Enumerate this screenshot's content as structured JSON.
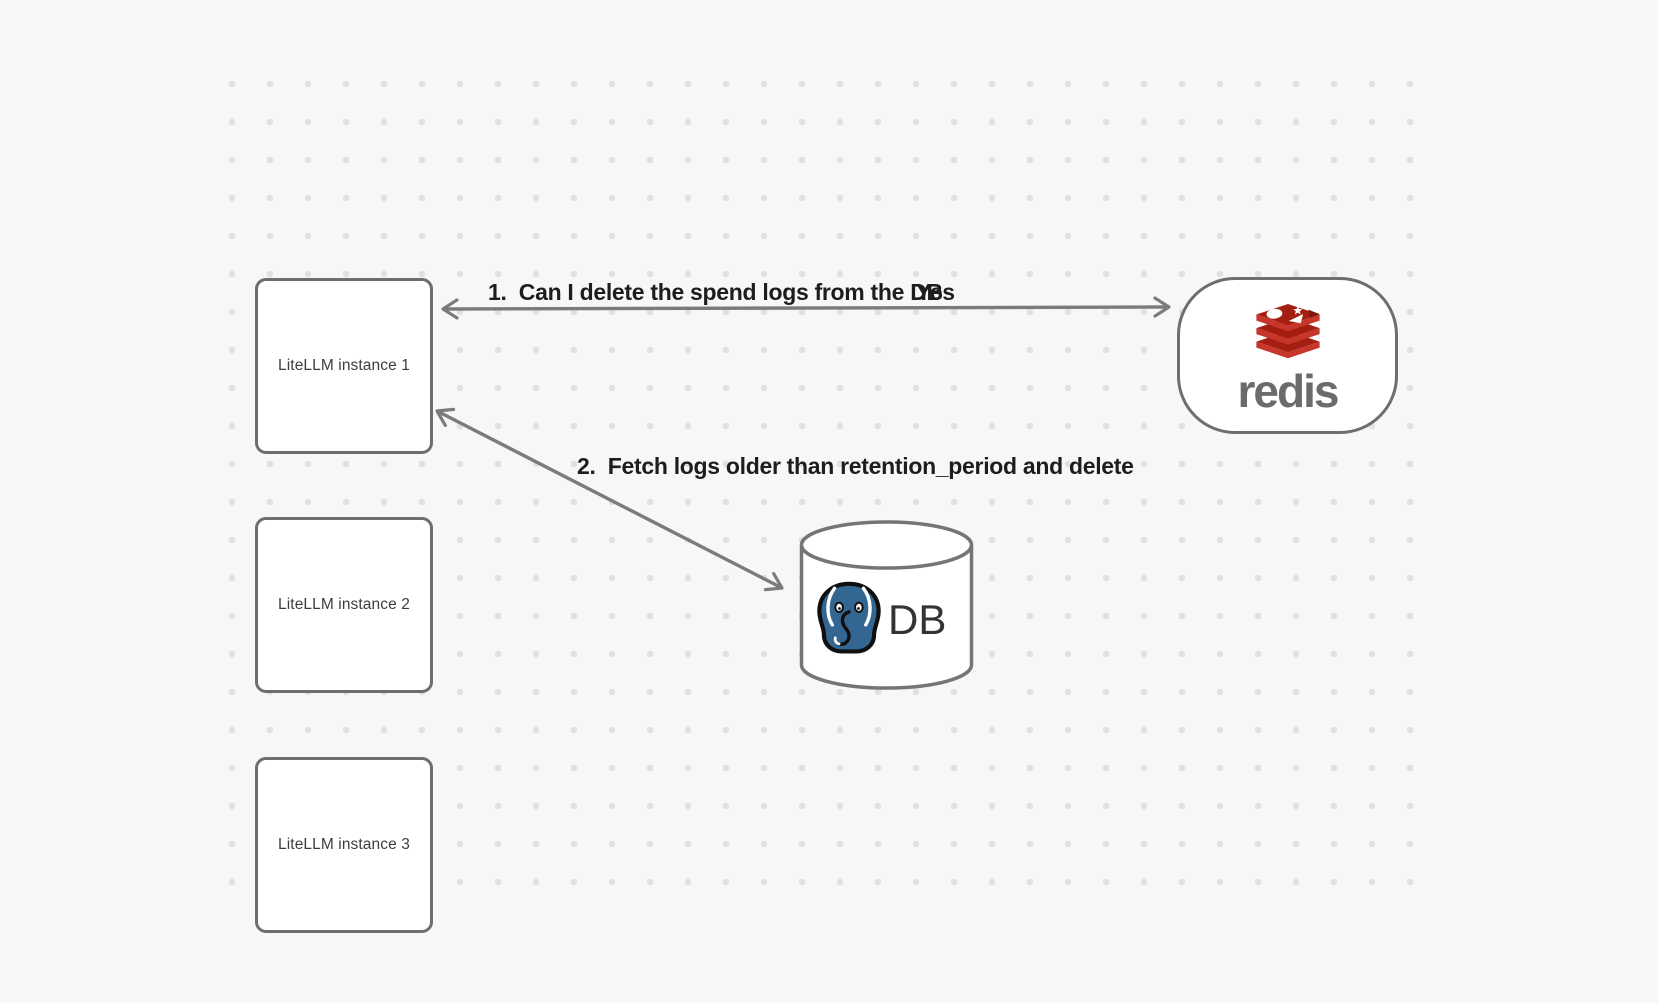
{
  "diagram": {
    "instances": [
      {
        "label": "LiteLLM instance 1"
      },
      {
        "label": "LiteLLM instance 2"
      },
      {
        "label": "LiteLLM instance 3"
      }
    ],
    "redis_node": {
      "brand": "redis"
    },
    "db_node": {
      "label": "DB"
    },
    "edges": [
      {
        "label": "1.  Can I delete the spend logs from the DB",
        "reply": "Yes"
      },
      {
        "label": "2.  Fetch logs older than retention_period and delete"
      }
    ]
  },
  "colors": {
    "background": "#f7f7f6",
    "grid_dot": "#e3e1df",
    "shape_border": "#6e6e6e",
    "arrow": "#7b7b7b",
    "edge_label_text": "#1d1d1d",
    "redis_bright_red": "#c6362b",
    "redis_dark_red": "#a41e11",
    "redis_notch_red": "#7f150b",
    "redis_wordmark_gray": "#6b6b6b",
    "postgres_blue": "#336791",
    "db_text": "#333333"
  }
}
